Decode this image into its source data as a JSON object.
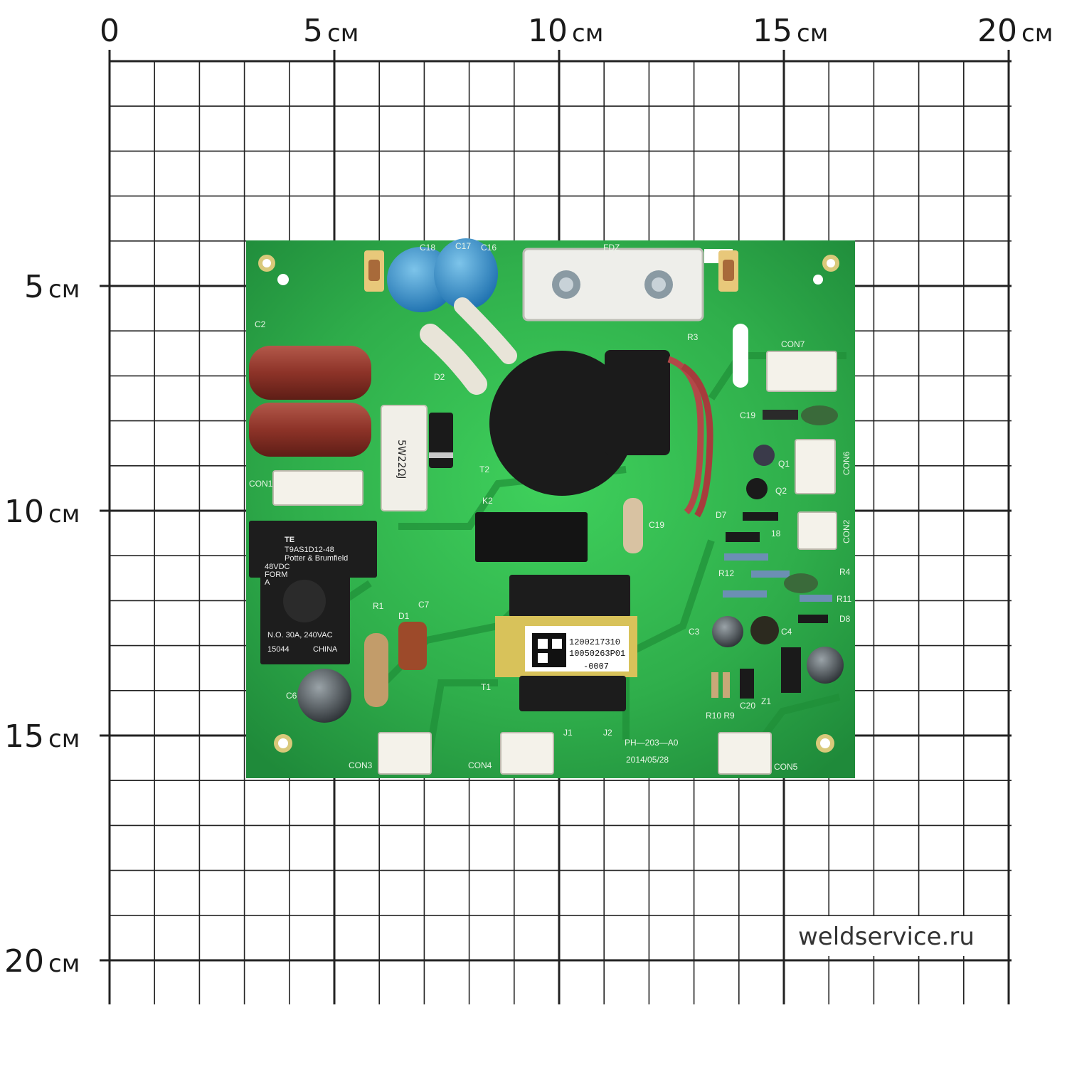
{
  "ruler": {
    "top": [
      {
        "num": "0",
        "unit": ""
      },
      {
        "num": "5",
        "unit": "см"
      },
      {
        "num": "10",
        "unit": "см"
      },
      {
        "num": "15",
        "unit": "см"
      },
      {
        "num": "20",
        "unit": "см"
      }
    ],
    "left": [
      {
        "num": "5",
        "unit": "см"
      },
      {
        "num": "10",
        "unit": "см"
      },
      {
        "num": "15",
        "unit": "см"
      },
      {
        "num": "20",
        "unit": "см"
      }
    ]
  },
  "pcb": {
    "silkscreen": {
      "c18": "C18",
      "c17": "C17",
      "c16": "C16",
      "fdz": "FDZ",
      "c2": "C2",
      "d2": "D2",
      "r3": "R3",
      "con7": "CON7",
      "con1": "CON1",
      "t2": "T2",
      "k2": "K2",
      "c19": "C19",
      "c19b": "C19",
      "con6": "CON6",
      "q1": "Q1",
      "q2": "Q2",
      "d7": "D7",
      "d18": "18",
      "con2": "CON2",
      "r1": "R1",
      "d1": "D1",
      "c7": "C7",
      "c6": "C6",
      "t1": "T1",
      "j1": "J1",
      "j2": "J2",
      "r12": "R12",
      "r4": "R4",
      "r11": "R11",
      "d8": "D8",
      "c3": "C3",
      "c4": "C4",
      "r10r9": "R10 R9",
      "c20": "C20",
      "z1": "Z1",
      "con3": "CON3",
      "con4": "CON4",
      "con5": "CON5",
      "board_name": "PH—203—A0",
      "board_date": "2014/05/28"
    },
    "resistor_marking": "5W22ΩJ",
    "relay": {
      "brand": "TE",
      "model": "T9AS1D12-48",
      "maker": "Potter & Brumfield",
      "voltage": "48VDC",
      "form": "FORM",
      "form_letter": "A",
      "rating": "N.O. 30A, 240VAC",
      "lot": "15044",
      "origin": "CHINA"
    },
    "transformer_label": {
      "line1": "1200217310",
      "line2": "10050263P01",
      "line3": "-0007"
    }
  },
  "watermark": "weldservice.ru",
  "colors": {
    "board": "#2fa84a",
    "grid": "#222222"
  }
}
